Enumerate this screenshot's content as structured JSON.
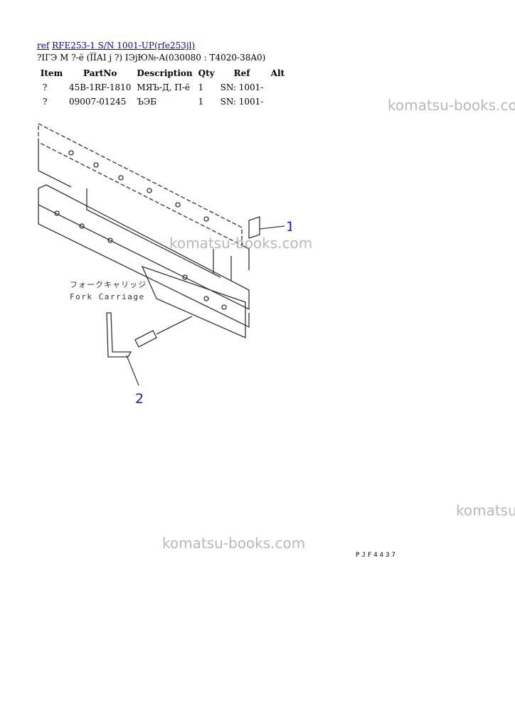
{
  "header": {
    "ref_link": "ref",
    "model_link": "RFE253-1 S/N 1001-UP(rfe253jl)",
    "subtitle": "?ІГЭ М ?-ё (ЇЇАІ ј ?) ІЭјЮ№-А(030080 : T4020-38A0)"
  },
  "table": {
    "headers": [
      "Item",
      "PartNo",
      "Description",
      "Qty",
      "Ref",
      "Alt"
    ],
    "rows": [
      {
        "item": "?",
        "partno": "45B-1RF-1810",
        "description": "МЯЪ-Д, П-ё",
        "qty": "1",
        "ref": "SN: 1001-",
        "alt": ""
      },
      {
        "item": "?",
        "partno": "09007-01245",
        "description": "ЪЭБ",
        "qty": "1",
        "ref": "SN: 1001-",
        "alt": ""
      }
    ]
  },
  "diagram": {
    "callouts": [
      "1",
      "2"
    ],
    "jp_label": "フォークキャリッジ",
    "en_label": "Fork Carriage",
    "code": "PJF4437"
  },
  "watermark": "komatsu-books.com",
  "colors": {
    "link": "#0000cc",
    "watermark": "#b8b8b8",
    "callout": "#1a1aa8"
  }
}
